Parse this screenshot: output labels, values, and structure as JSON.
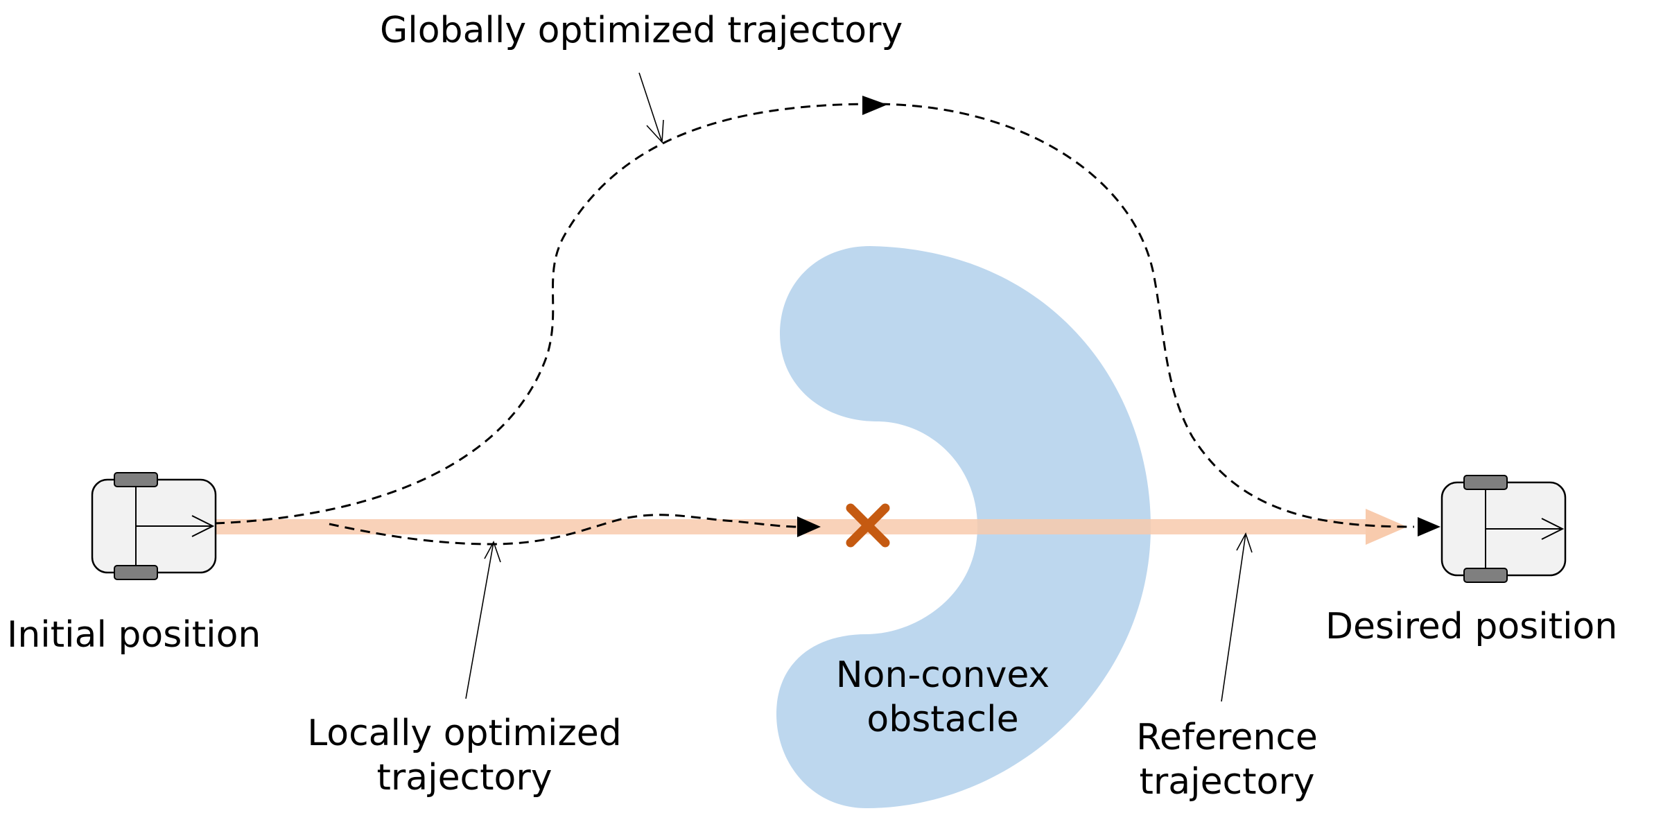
{
  "labels": {
    "global_trajectory": "Globally optimized trajectory",
    "initial_position": "Initial position",
    "desired_position": "Desired position",
    "local_trajectory_line1": "Locally optimized",
    "local_trajectory_line2": "trajectory",
    "obstacle_line1": "Non-convex",
    "obstacle_line2": "obstacle",
    "reference_line1": "Reference",
    "reference_line2": "trajectory"
  },
  "colors": {
    "obstacle": "#bdd7ee",
    "reference": "#f8cbad",
    "collision_marker": "#c55a11",
    "robot_body": "#f2f2f2",
    "wheel": "#7f7f7f"
  }
}
